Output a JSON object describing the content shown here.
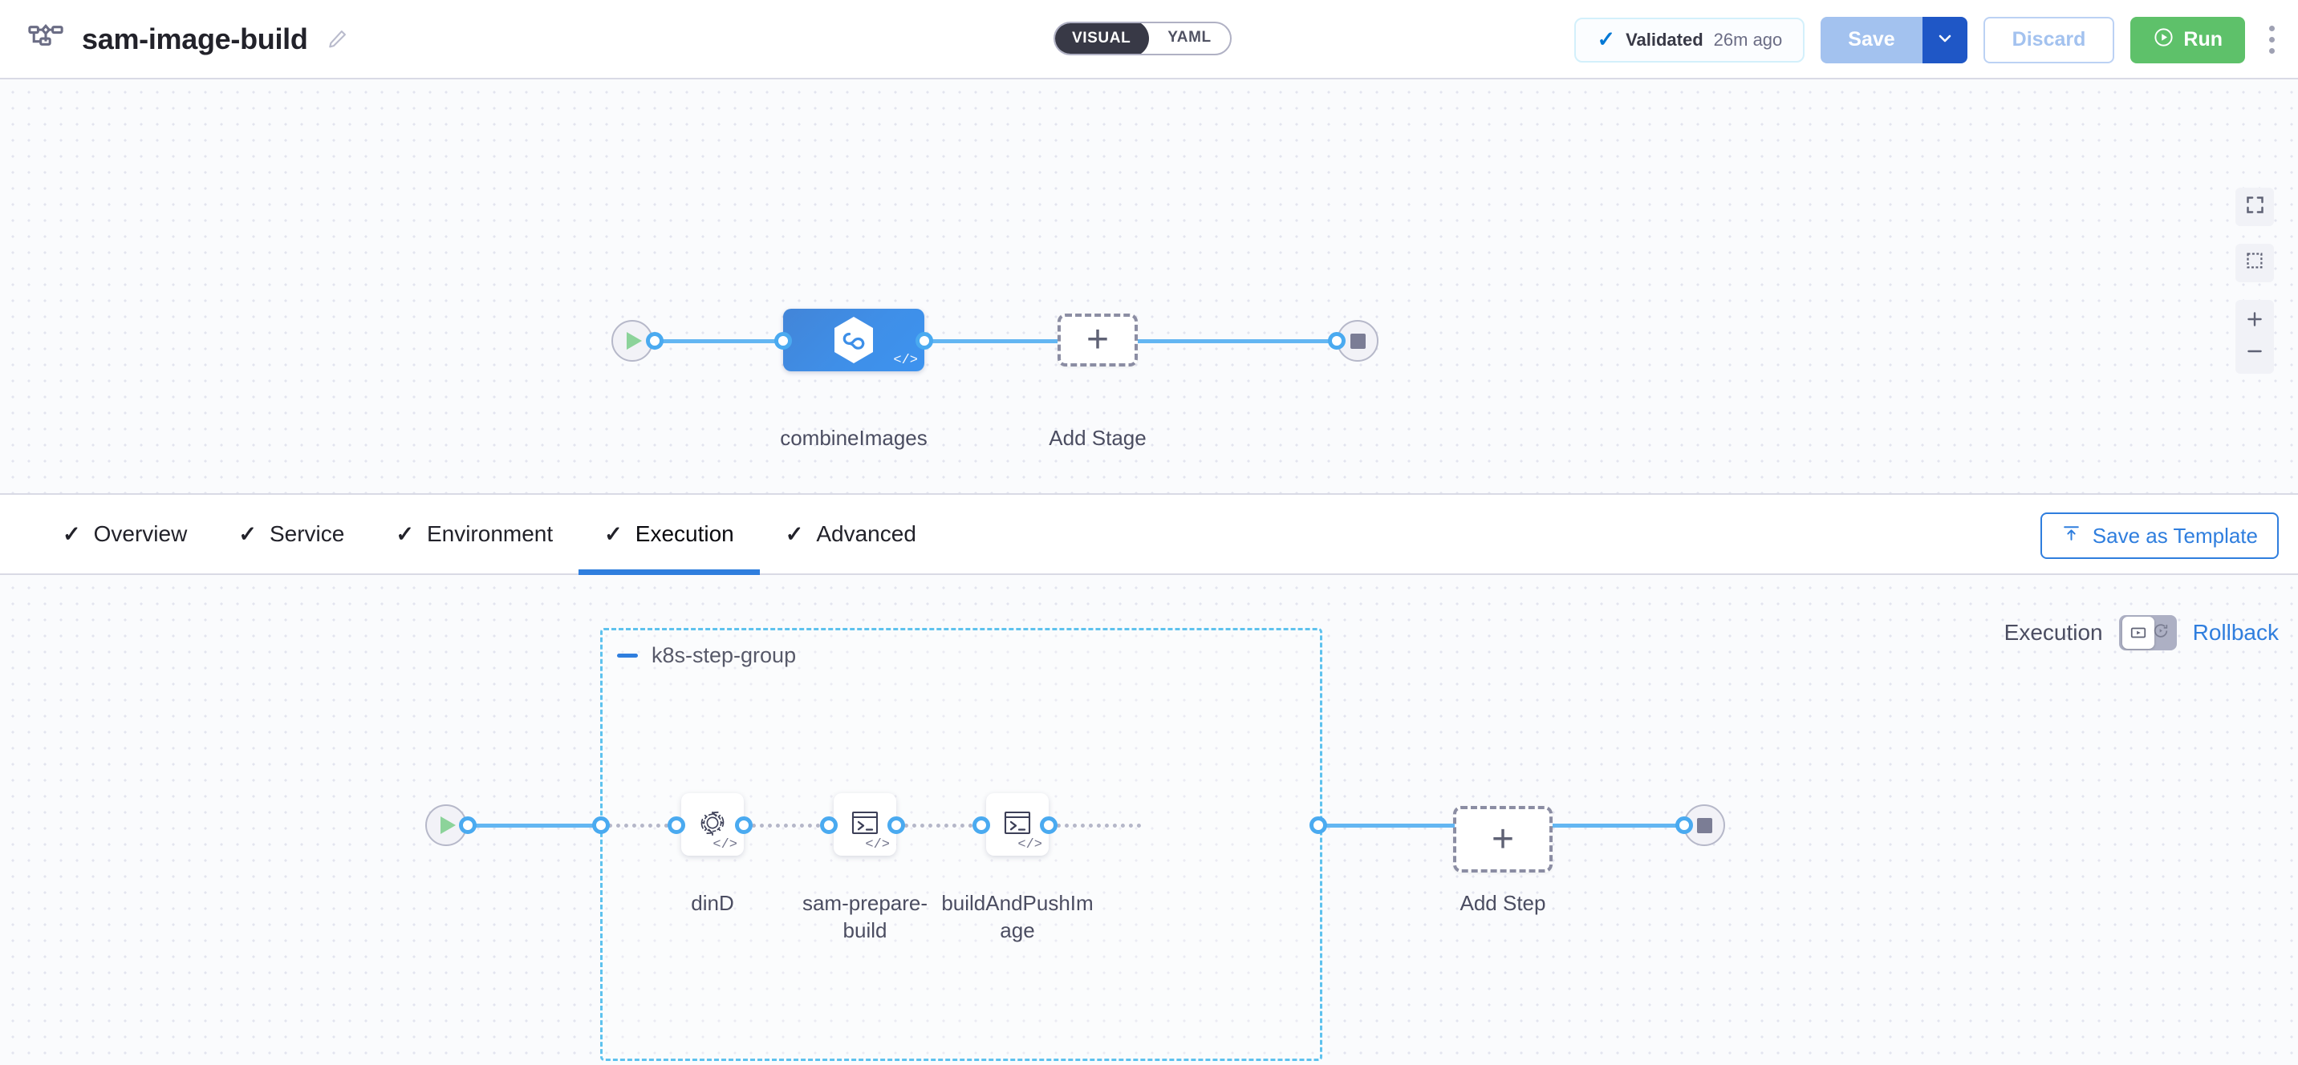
{
  "header": {
    "pipeline_icon": "pipeline-flow-icon",
    "title": "sam-image-build",
    "edit_icon": "pencil-edit-icon",
    "mode_toggle": {
      "visual": "VISUAL",
      "yaml": "YAML",
      "selected": "VISUAL"
    },
    "validated": {
      "icon": "check-icon",
      "label": "Validated",
      "time": "26m ago"
    },
    "save_label": "Save",
    "save_caret_icon": "chevron-down-icon",
    "discard_label": "Discard",
    "run_label": "Run",
    "run_icon": "play-circle-icon",
    "more_icon": "kebab-menu-icon"
  },
  "stage_canvas": {
    "start_icon": "play-icon",
    "end_icon": "stop-icon",
    "stage": {
      "label": "combineImages",
      "icon": "harness-ci-hexagon-icon",
      "code_badge": "code-icon"
    },
    "add_stage": {
      "label": "Add Stage",
      "icon": "plus-icon"
    },
    "controls": [
      {
        "name": "fit-to-screen-icon"
      },
      {
        "name": "selection-box-icon"
      },
      {
        "name": "zoom-in-icon"
      },
      {
        "name": "zoom-out-icon"
      }
    ]
  },
  "tabbar": {
    "tabs": [
      {
        "label": "Overview",
        "checked": true,
        "active": false
      },
      {
        "label": "Service",
        "checked": true,
        "active": false
      },
      {
        "label": "Environment",
        "checked": true,
        "active": false
      },
      {
        "label": "Execution",
        "checked": true,
        "active": true
      },
      {
        "label": "Advanced",
        "checked": true,
        "active": false
      }
    ],
    "check_glyph": "✓",
    "save_as_template": {
      "label": "Save as Template",
      "icon": "upload-template-icon"
    }
  },
  "exec_canvas": {
    "switch": {
      "execution_label": "Execution",
      "execution_icon": "execution-icon",
      "rollback_icon": "rollback-icon",
      "rollback_label": "Rollback",
      "selected": "Execution"
    },
    "start_icon": "play-icon",
    "end_icon": "stop-icon",
    "step_group": {
      "title": "k8s-step-group",
      "collapse_icon": "minus-collapse-icon",
      "steps": [
        {
          "label": "dinD",
          "icon": "gear-rotate-icon",
          "code_badge": "code-icon"
        },
        {
          "label": "sam-prepare-\nbuild",
          "icon": "terminal-icon",
          "code_badge": "code-icon"
        },
        {
          "label": "buildAndPushIm\nage",
          "icon": "terminal-icon",
          "code_badge": "code-icon"
        }
      ]
    },
    "add_step": {
      "label": "Add Step",
      "icon": "plus-icon"
    }
  },
  "colors": {
    "accent_blue": "#2f7ede",
    "link_blue": "#63b6f2",
    "node_blue": "#3f8fe8",
    "run_green": "#5ec16a",
    "group_border": "#5ec2ee",
    "canvas_bg": "#fafbfd"
  }
}
